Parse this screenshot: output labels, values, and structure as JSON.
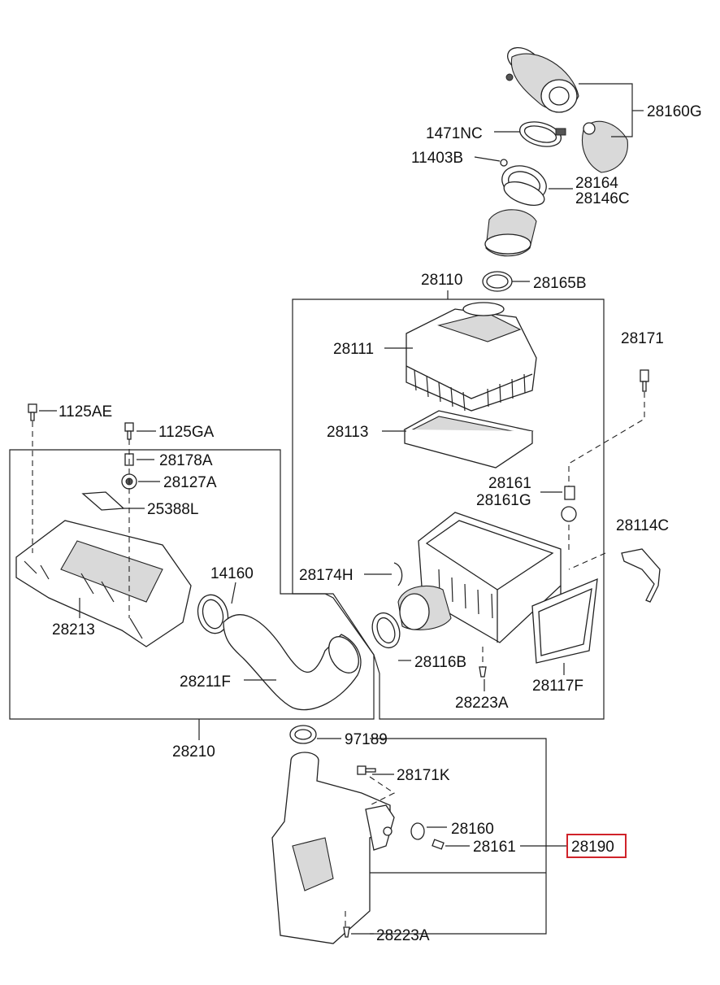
{
  "labels": {
    "l_28160G": "28160G",
    "l_1471NC": "1471NC",
    "l_11403B": "11403B",
    "l_28164": "28164",
    "l_28146C": "28146C",
    "l_28110": "28110",
    "l_28165B": "28165B",
    "l_28111": "28111",
    "l_28171": "28171",
    "l_28113": "28113",
    "l_1125AE": "1125AE",
    "l_1125GA": "1125GA",
    "l_28178A": "28178A",
    "l_28127A": "28127A",
    "l_25388L": "25388L",
    "l_28161a": "28161",
    "l_28161G": "28161G",
    "l_28114C": "28114C",
    "l_14160": "14160",
    "l_28174H": "28174H",
    "l_28213": "28213",
    "l_28116B": "28116B",
    "l_28117F": "28117F",
    "l_28211F": "28211F",
    "l_28223Aa": "28223A",
    "l_28210": "28210",
    "l_97189": "97189",
    "l_28171K": "28171K",
    "l_28160": "28160",
    "l_28161b": "28161",
    "l_28190": "28190",
    "l_28223Ab": "28223A"
  },
  "colors": {
    "highlight": "#d0232a",
    "line": "#222222",
    "shade": "#d9d9d9"
  },
  "highlighted_part": "28190"
}
